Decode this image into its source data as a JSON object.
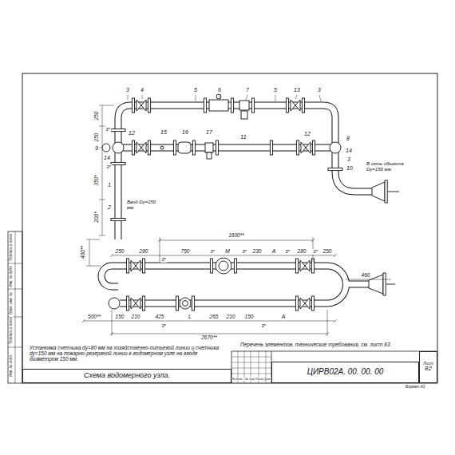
{
  "diagram": {
    "nodes": [
      {
        "text": [
          "Схема водомерного узла."
        ]
      },
      {
        "text": [
          "ЦИРВ02А. 00. 00. 00"
        ]
      },
      {
        "text": [
          "Лист",
          "82"
        ]
      }
    ],
    "labels": [
      "3",
      "4",
      "5",
      "6",
      "7",
      "5",
      "13",
      "3",
      "250",
      "3*",
      "250",
      "12",
      "15",
      "16",
      "17",
      "11",
      "12",
      "8",
      "9",
      "14",
      "14",
      "3*",
      "3",
      "10",
      "350*",
      "1",
      "200*",
      "2",
      "Ввод Dy=150 мм.",
      "В сеть объекта Dy=150 мм.",
      "1600**",
      "400**",
      "250",
      "280",
      "750",
      "3*",
      "М",
      "3*",
      "230",
      "А",
      "3*",
      "280",
      "3*",
      "250",
      "460",
      "3*",
      "500**",
      "150",
      "210",
      "425",
      "L",
      "265",
      "210",
      "150",
      "А",
      "3*",
      "3*",
      "2670**",
      "Установка счетчика dy=80 мм на хозяйственно-питьевой линии и счетчика dy=150 мм на пожарно-резервной линии в водомерном узле на вводе диаметром 150 мм.",
      "Перечень элементов, технические требования, см. лист 83.",
      "Изм",
      "Кол.уч",
      "Лист",
      "№ документ",
      "Подпись",
      "Дата",
      "Инв. № подл.",
      "Подпись и дата",
      "Взам. инв. №",
      "Инв. № дубл.",
      "Подпись и дата",
      "Формат А3"
    ]
  }
}
